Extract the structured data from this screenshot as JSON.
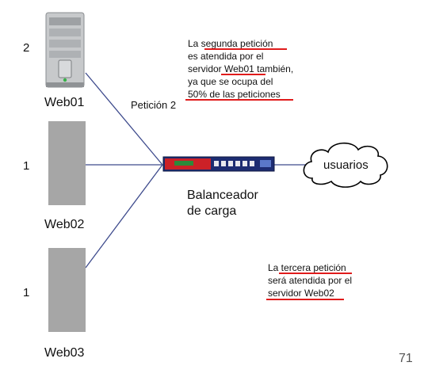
{
  "servers": [
    {
      "name": "Web01",
      "count": "2"
    },
    {
      "name": "Web02",
      "count": "1"
    },
    {
      "name": "Web03",
      "count": "1"
    }
  ],
  "edge_label": "Petición 2",
  "balancer_label_line1": "Balanceador",
  "balancer_label_line2": "de carga",
  "cloud_label": "usuarios",
  "note_top": [
    "La segunda petición",
    "es atendida por el",
    "servidor Web01 también,",
    "ya que se ocupa del",
    "50% de las peticiones"
  ],
  "note_bottom": [
    "La tercera petición",
    "será atendida por el",
    "servidor Web02"
  ],
  "page_number": "71",
  "colors": {
    "connector": "#3d4a8c",
    "highlight": "#e01b1b",
    "server_gray": "#a6a6a6"
  }
}
